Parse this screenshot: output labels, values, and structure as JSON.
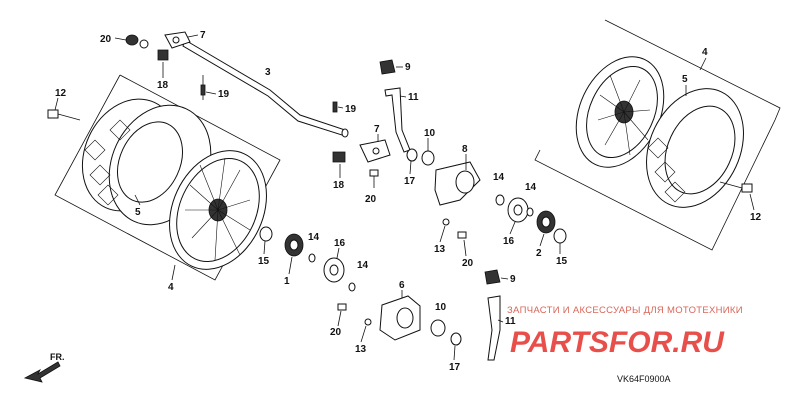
{
  "diagram": {
    "code": "VK64F0900A",
    "fr_label": "FR.",
    "watermark_sub": "ЗАПЧАСТИ И АКСЕССУАРЫ ДЛЯ МОТОТЕХНИКИ",
    "watermark_main": "PARTSFOR.RU"
  },
  "callouts": [
    "20",
    "7",
    "18",
    "3",
    "19",
    "12",
    "5",
    "4",
    "19",
    "9",
    "11",
    "7",
    "10",
    "8",
    "18",
    "17",
    "20",
    "14",
    "15",
    "1",
    "14",
    "16",
    "14",
    "13",
    "20",
    "15",
    "2",
    "14",
    "16",
    "9",
    "6",
    "11",
    "10",
    "20",
    "13",
    "17",
    "4",
    "5",
    "12"
  ]
}
